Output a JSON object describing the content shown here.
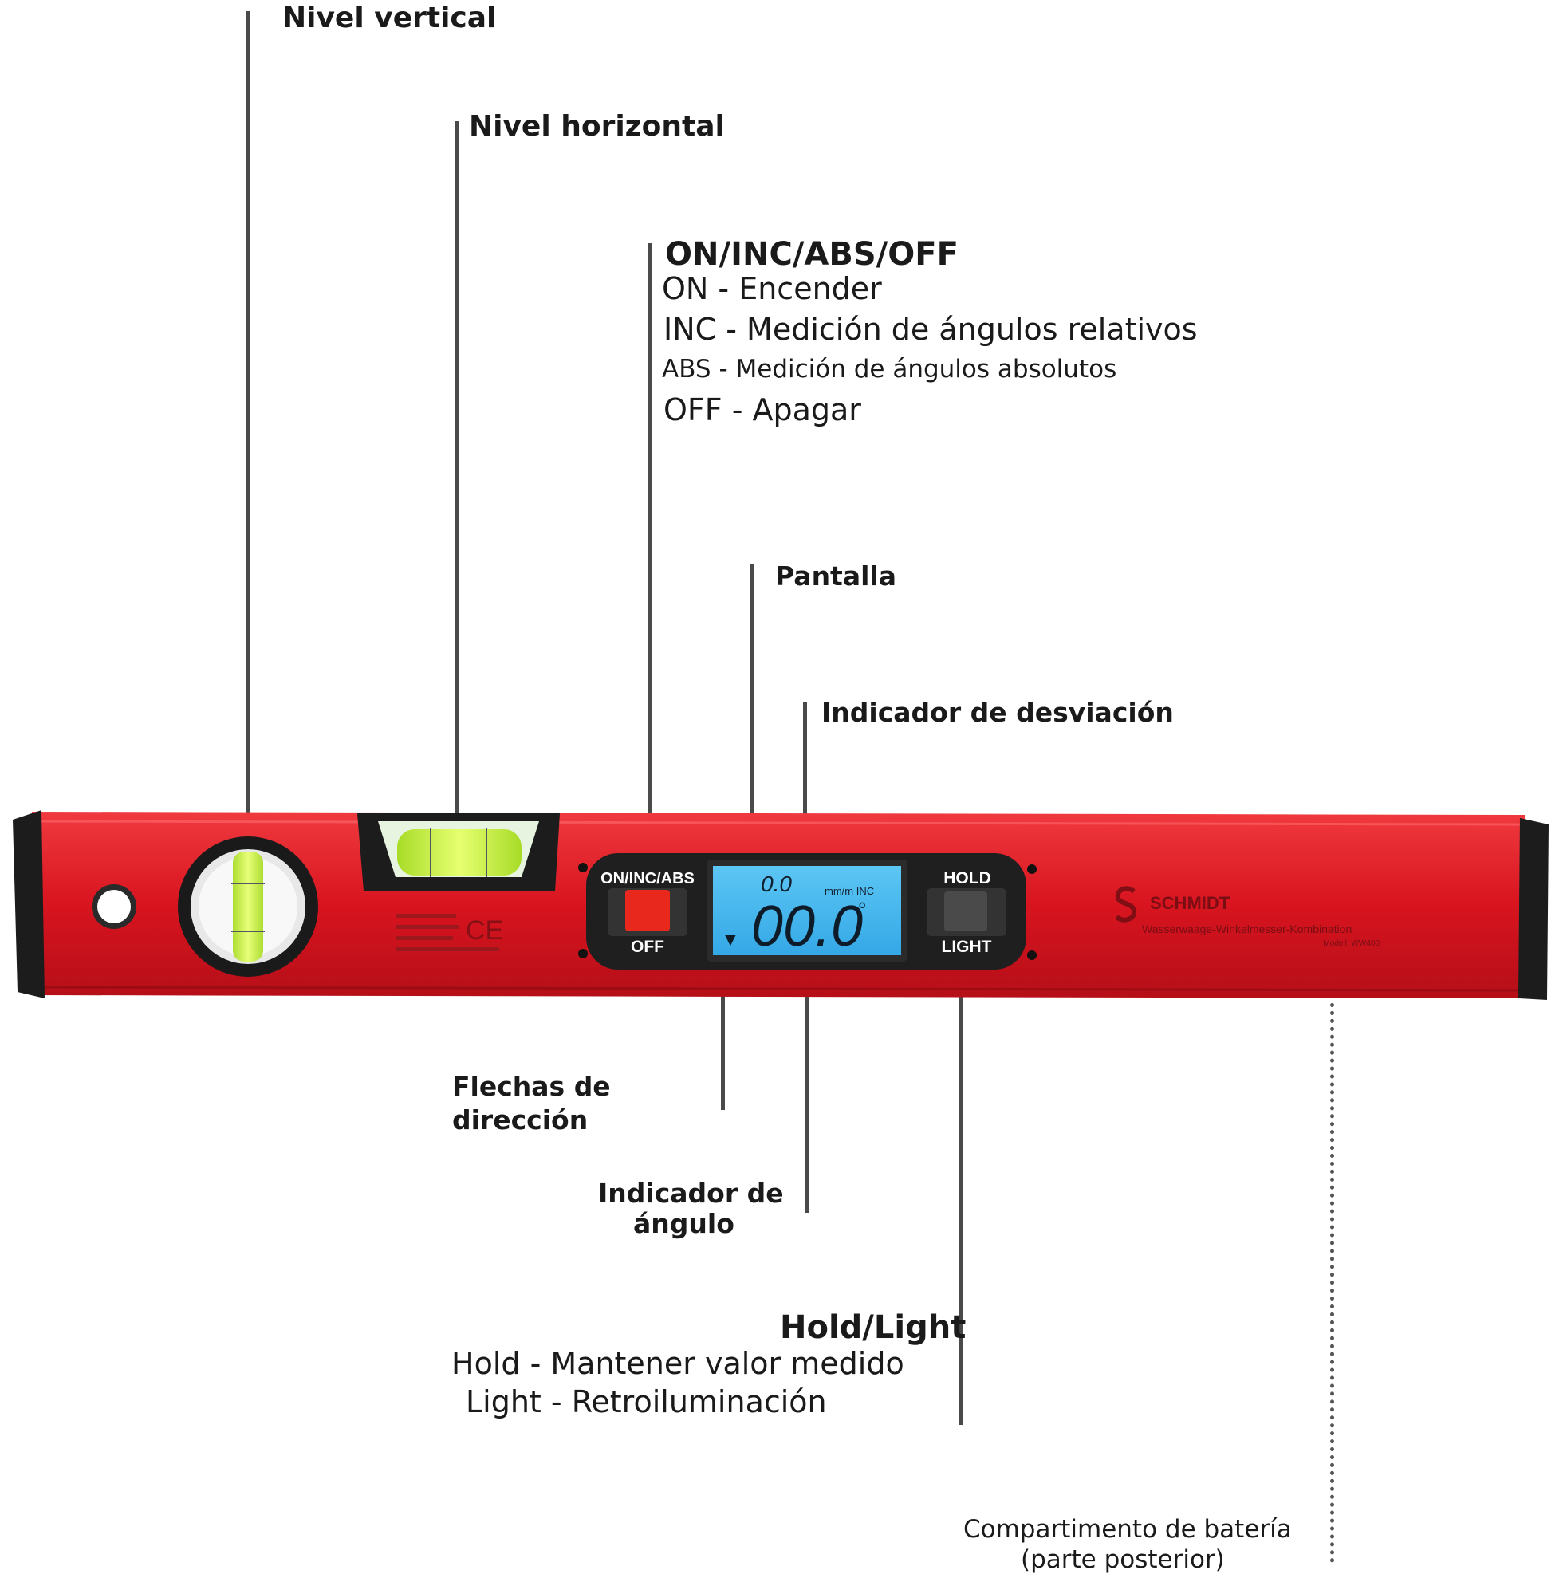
{
  "labels": {
    "vertical_level": "Nivel vertical",
    "horizontal_level": "Nivel horizontal",
    "onoff_title": "ON/INC/ABS/OFF",
    "onoff_on": "ON - Encender",
    "onoff_inc": "INC - Medición de ángulos relativos",
    "onoff_abs": "ABS - Medición de ángulos absolutos",
    "onoff_off": "OFF - Apagar",
    "screen": "Pantalla",
    "deviation": "Indicador de desviación",
    "arrows_line1": "Flechas de",
    "arrows_line2": "dirección",
    "angle_line1": "Indicador de",
    "angle_line2": "ángulo",
    "hold_title": "Hold/Light",
    "hold_desc": "Hold - Mantener valor medido",
    "light_desc": "Light - Retroiluminación",
    "battery_line1": "Compartimento de batería",
    "battery_line2": "(parte posterior)"
  },
  "device": {
    "button_left_top": "ON/INC/ABS",
    "button_left_bottom": "OFF",
    "button_right_top": "HOLD",
    "button_right_bottom": "LIGHT",
    "lcd_small_value": "0.0",
    "lcd_small_unit": "mm/m INC",
    "lcd_main_value": "00.0",
    "lcd_degree": "°",
    "lcd_arrow": "▼",
    "brand": "SCHMIDT",
    "product_line": "Wasserwaage-Winkelmesser-Kombination",
    "model": "Modell: WW400",
    "ce_mark": "CE"
  },
  "colors": {
    "body_red": "#d8141f",
    "lcd_blue": "#4ab8ee",
    "bubble_green": "#c8f040",
    "button_red": "#e8281c"
  }
}
